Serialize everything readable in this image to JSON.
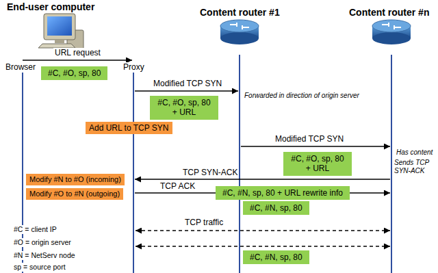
{
  "diagram": {
    "nodes": [
      {
        "text": [
          "#C, #O, sp, 80"
        ]
      },
      {
        "text": [
          "#C, #O, sp, 80 + URL"
        ]
      },
      {
        "text": [
          "Add URL to TCP SYN"
        ]
      },
      {
        "text": [
          "#C, #O, sp, 80 + URL"
        ]
      },
      {
        "text": [
          "Modify #N to #O (incoming)"
        ]
      },
      {
        "text": [
          "Modify #O to #N (outgoing)"
        ]
      },
      {
        "text": [
          "#C, #N, sp, 80 + URL rewrite info"
        ]
      },
      {
        "text": [
          "#C, #N, sp, 80"
        ]
      },
      {
        "text": [
          "#C, #N, sp, 80"
        ]
      }
    ],
    "labels": [
      "End-user computer",
      "Content router #1",
      "Content router #n",
      "Browser",
      "Proxy",
      "URL request",
      "Modified TCP SYN",
      "Forwarded in direction of origin server",
      "Modified TCP SYN",
      "Has content",
      "Sends TCP SYN-ACK",
      "TCP SYN-ACK",
      "TCP ACK",
      "TCP traffic",
      "#C = client IP",
      "#O = origin server",
      "#N = NetServ node",
      "sp = source port"
    ]
  }
}
